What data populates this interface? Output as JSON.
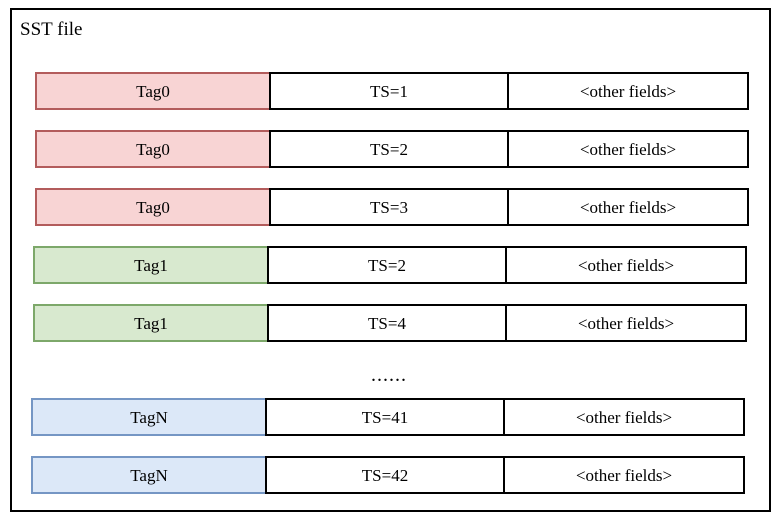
{
  "diagram": {
    "container_label": "SST file",
    "colors": {
      "pink_fill": "#f8d4d4",
      "pink_border": "#b35c5c",
      "green_fill": "#d8e9cf",
      "green_border": "#7da86a",
      "blue_fill": "#dce8f8",
      "blue_border": "#7596c4",
      "cell_border": "#000000",
      "background": "#ffffff"
    },
    "columns": [
      "tag",
      "timestamp",
      "other"
    ],
    "rows": [
      {
        "tag": "Tag0",
        "timestamp": "TS=1",
        "other": "<other fields>",
        "color": "pink"
      },
      {
        "tag": "Tag0",
        "timestamp": "TS=2",
        "other": "<other fields>",
        "color": "pink"
      },
      {
        "tag": "Tag0",
        "timestamp": "TS=3",
        "other": "<other fields>",
        "color": "pink"
      },
      {
        "tag": "Tag1",
        "timestamp": "TS=2",
        "other": "<other fields>",
        "color": "green"
      },
      {
        "tag": "Tag1",
        "timestamp": "TS=4",
        "other": "<other fields>",
        "color": "green"
      },
      {
        "tag": "TagN",
        "timestamp": "TS=41",
        "other": "<other fields>",
        "color": "blue"
      },
      {
        "tag": "TagN",
        "timestamp": "TS=42",
        "other": "<other fields>",
        "color": "blue"
      }
    ],
    "ellipsis": "......"
  }
}
